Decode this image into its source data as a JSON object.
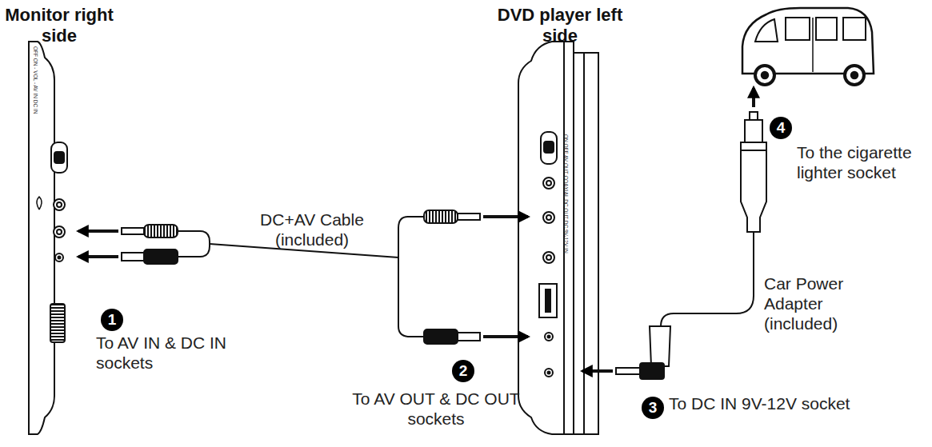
{
  "diagram": {
    "labels": [
      "Monitor right side",
      "DVD player left side",
      "OFF ON - VOL - AV IN DC IN",
      "ON OFF AV OUT COAXIAL DC OUT DC 9V-12V IN",
      "DC+AV Cable (included)",
      "1",
      "To AV IN & DC IN sockets",
      "2",
      "To AV OUT & DC OUT sockets",
      "3",
      "To DC IN 9V-12V socket",
      "4",
      "To the cigarette lighter socket",
      "Car Power Adapter (included)"
    ]
  }
}
